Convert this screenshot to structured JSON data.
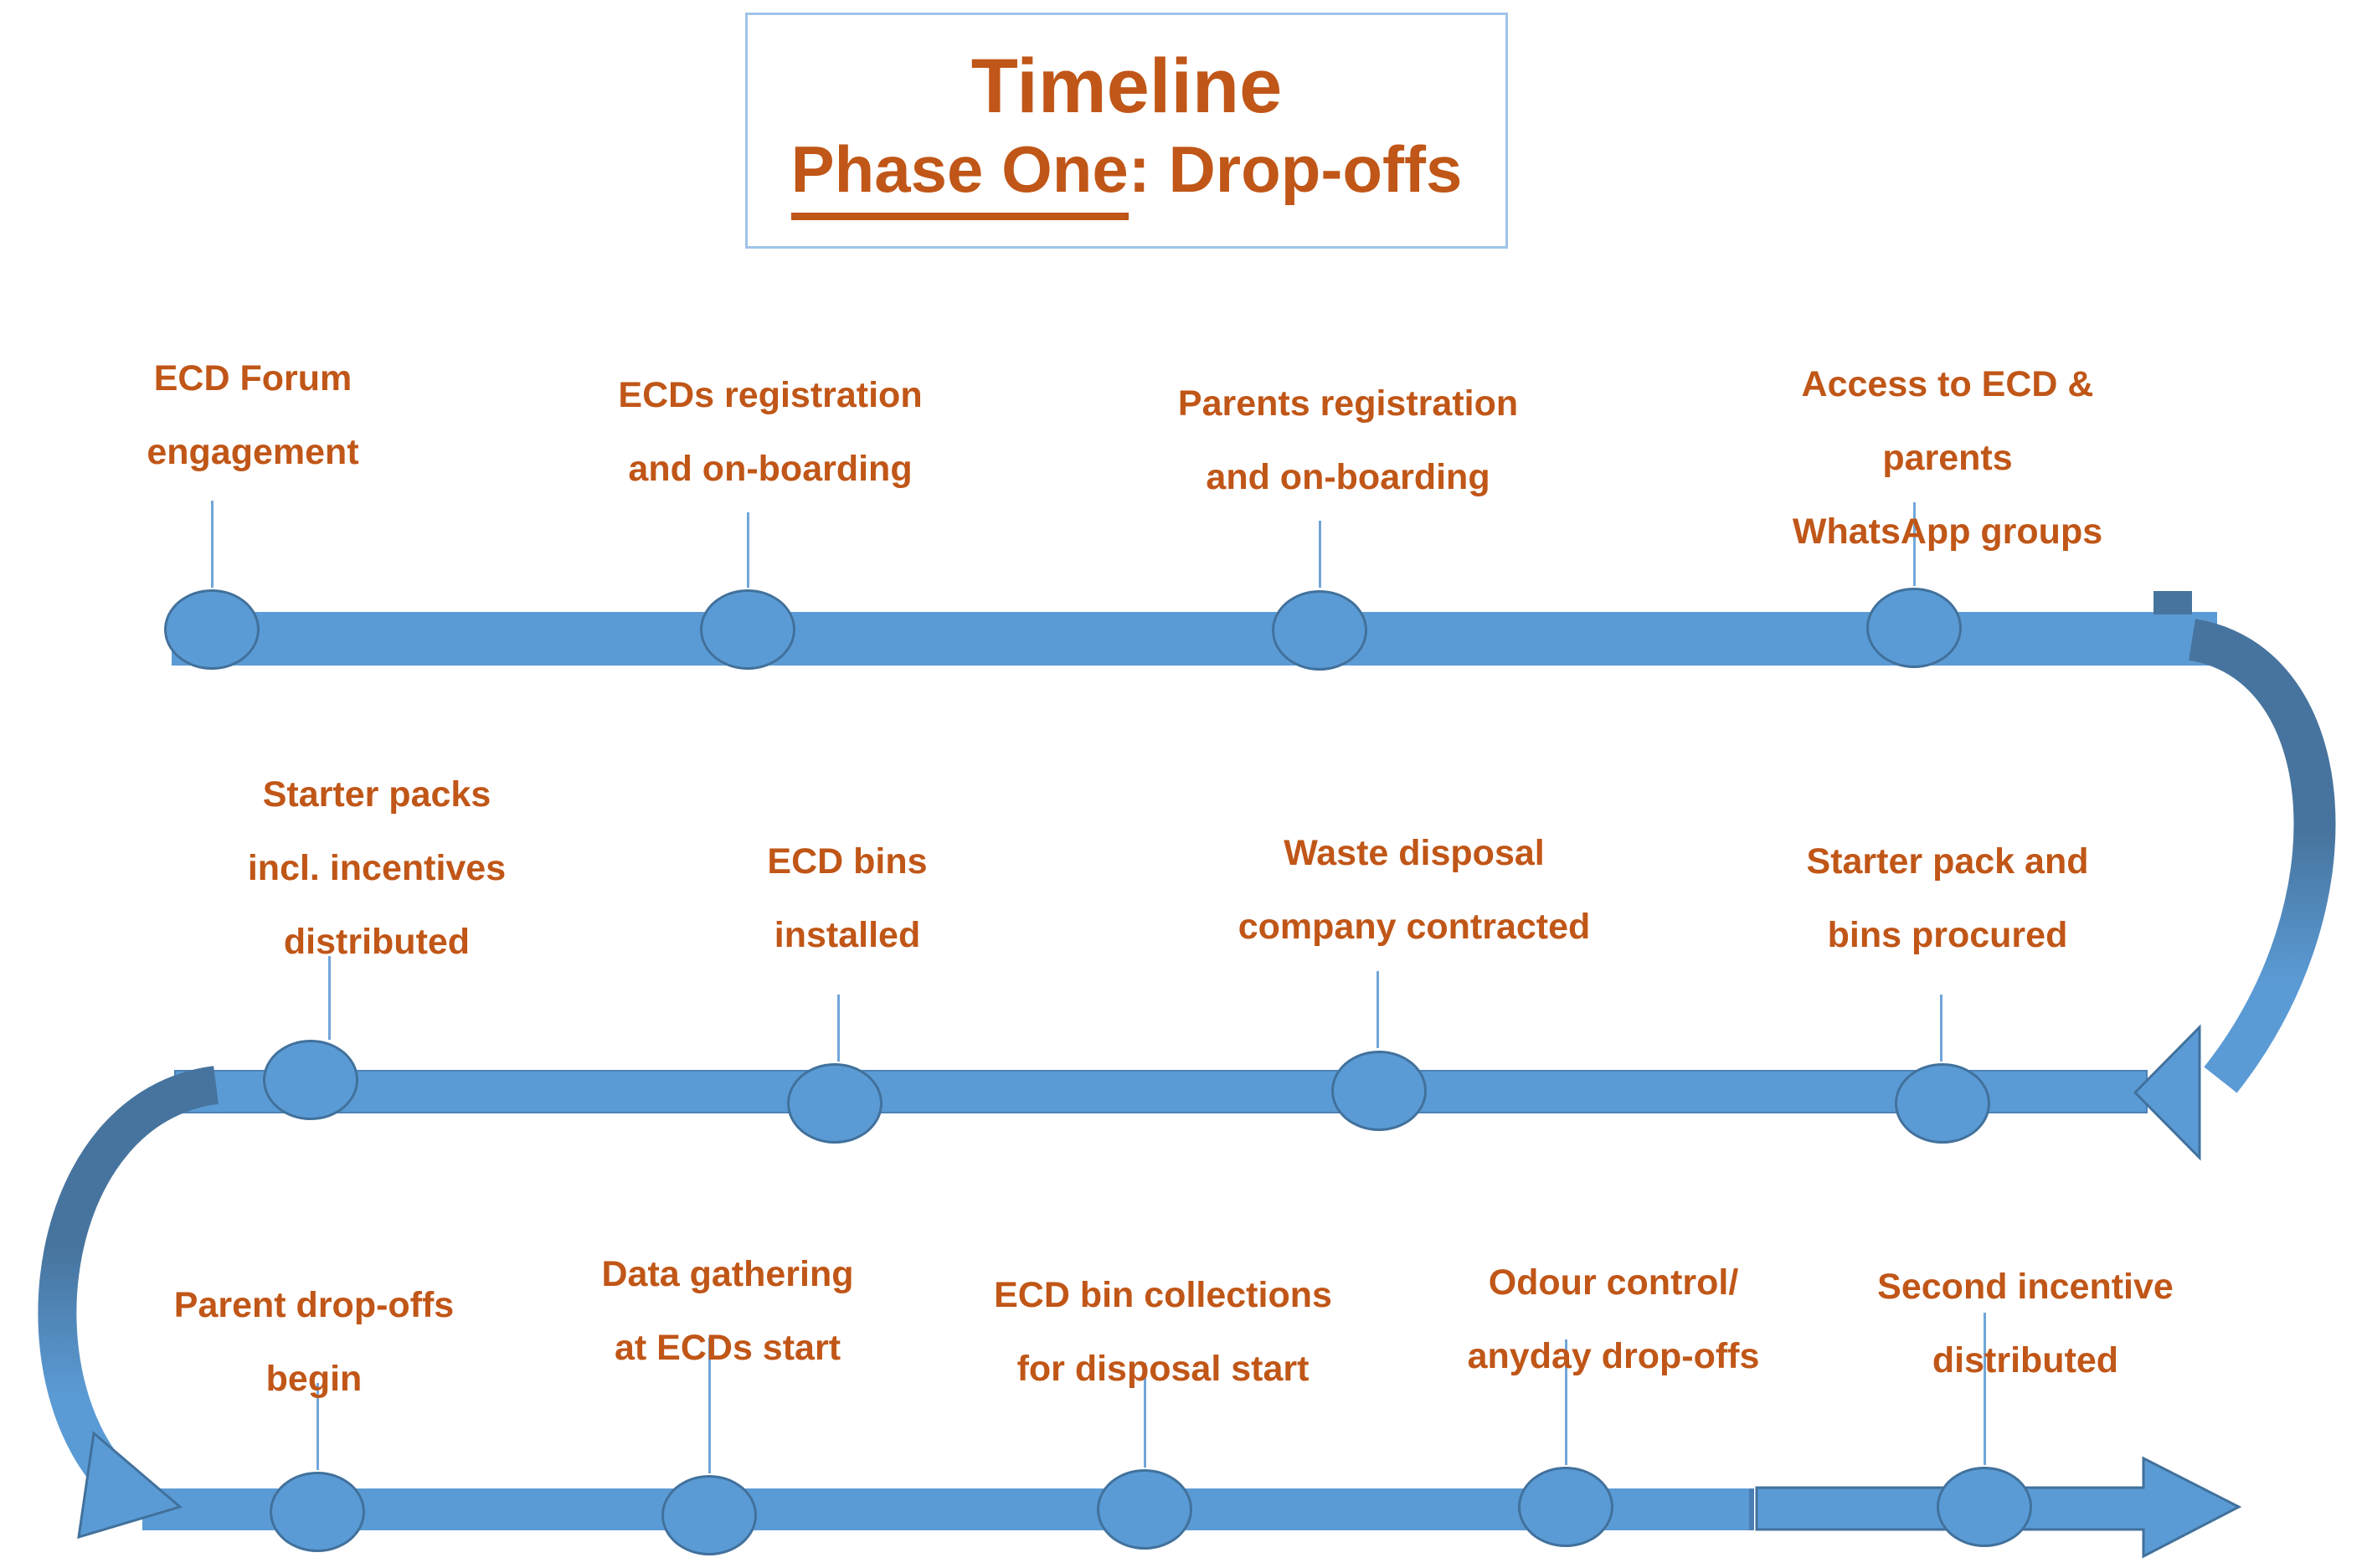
{
  "title": {
    "line1": "Timeline",
    "phase": "Phase One",
    "rest": ": Drop-offs"
  },
  "colors": {
    "bar_blue": "#5b9bd5",
    "marker_border_blue": "#41719c",
    "curve_dark_blue": "#47749e",
    "label_orange": "#c05617",
    "title_border_blue": "#9fc5e8",
    "connector_blue": "#71a6d9"
  },
  "icons": {
    "curve_right": "u-turn-arrow-right",
    "curve_left": "u-turn-arrow-left",
    "row2_arrowhead": "arrowhead-left",
    "row3_arrowhead": "arrowhead-right"
  },
  "rows": [
    {
      "direction": "left-to-right",
      "milestones": [
        {
          "label": "ECD Forum\nengagement"
        },
        {
          "label": "ECDs registration\nand on-boarding"
        },
        {
          "label": "Parents registration\nand on-boarding"
        },
        {
          "label": "Access to ECD & parents\nWhatsApp groups"
        }
      ]
    },
    {
      "direction": "right-to-left",
      "milestones": [
        {
          "label": "Starter packs\nincl. incentives\ndistributed"
        },
        {
          "label": "ECD bins\ninstalled"
        },
        {
          "label": "Waste disposal\ncompany contracted"
        },
        {
          "label": "Starter pack and\nbins procured"
        }
      ]
    },
    {
      "direction": "left-to-right",
      "milestones": [
        {
          "label": "Parent drop-offs\nbegin"
        },
        {
          "label": "Data gathering\nat ECDs start"
        },
        {
          "label": "ECD bin collections\nfor disposal start"
        },
        {
          "label": "Odour control/\nanyday drop-offs"
        },
        {
          "label": "Second incentive\ndistributed"
        }
      ]
    }
  ]
}
